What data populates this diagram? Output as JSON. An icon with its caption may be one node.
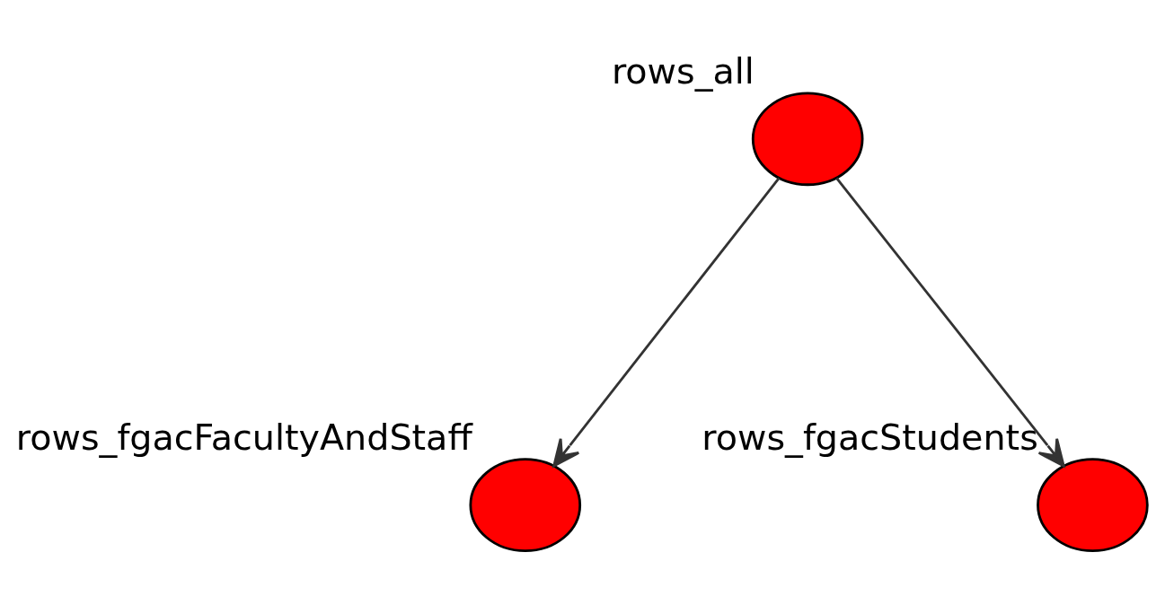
{
  "diagram": {
    "nodes": [
      {
        "text": [],
        "shape": "circle",
        "beside": [
          "rows_all"
        ]
      },
      {
        "text": [],
        "shape": "circle",
        "beside": [
          "rows_fgacFacultyAndStaff"
        ]
      },
      {
        "text": [],
        "shape": "circle",
        "beside": [
          "rows_fgacStudents"
        ]
      }
    ],
    "edges": [
      {
        "from": 0,
        "to": 1,
        "arrow": "to"
      },
      {
        "from": 0,
        "to": 2,
        "arrow": "to"
      }
    ]
  }
}
